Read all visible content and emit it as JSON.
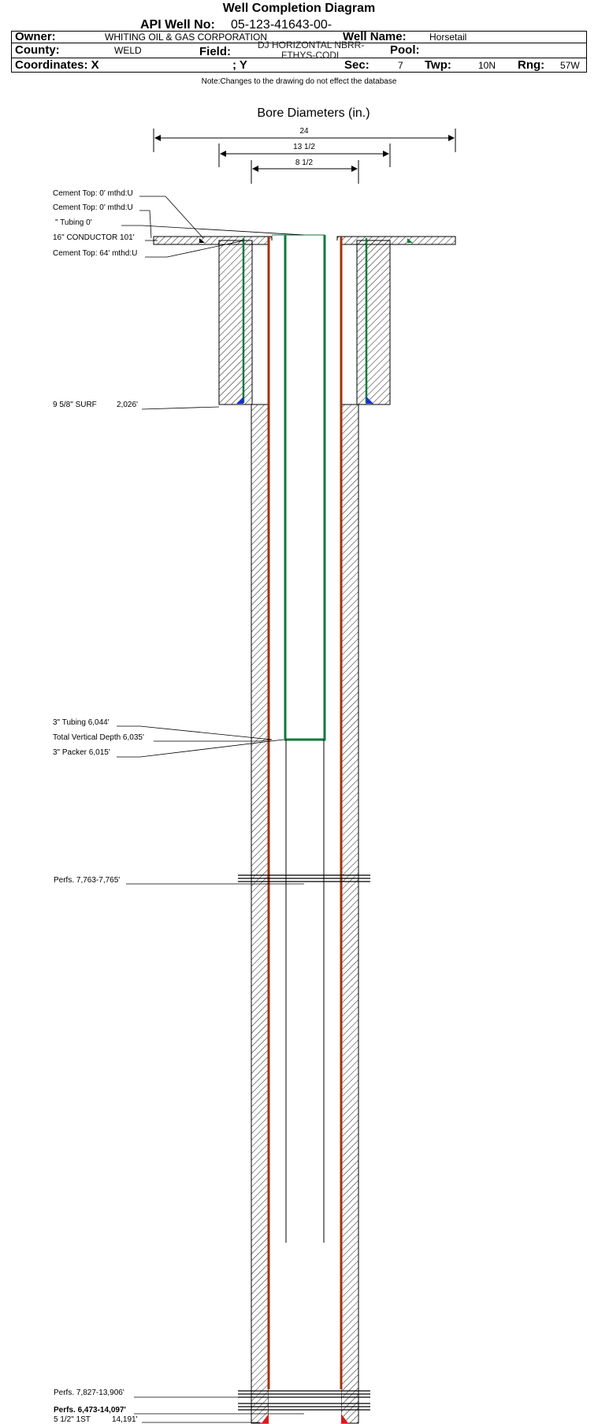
{
  "header": {
    "title": "Well Completion Diagram",
    "api_label": "API Well No:",
    "api_value": "05-123-41643-00-",
    "owner_label": "Owner:",
    "owner_value": "WHITING OIL & GAS CORPORATION",
    "well_name_label": "Well Name:",
    "well_name_value": "Horsetail",
    "county_label": "County:",
    "county_value": "WELD",
    "field_label": "Field:",
    "field_value_line1": "DJ HORIZONTAL NBRR-",
    "field_value_line2": "FTHYS-CODL",
    "pool_label": "Pool:",
    "coordinates_label": "Coordinates: X",
    "y_label": "; Y",
    "sec_label": "Sec:",
    "sec_value": "7",
    "twp_label": "Twp:",
    "twp_value": "10N",
    "rng_label": "Rng:",
    "rng_value": "57W",
    "note": "Note:Changes to the drawing do not effect the database"
  },
  "diagram": {
    "bore_title": "Bore Diameters (in.)",
    "bore_diameters": [
      "24",
      "13 1/2",
      "8 1/2"
    ],
    "annotations": [
      "Cement Top: 0' mthd:U",
      "Cement Top: 0' mthd:U",
      "\" Tubing 0'",
      "16\" CONDUCTOR  101'",
      "Cement Top: 64' mthd:U",
      "9 5/8\" SURF",
      "2,026'",
      "3\" Tubing 6,044'",
      "Total Vertical Depth 6,035'",
      "3\" Packer 6,015'",
      "Perfs. 7,763-7,765'",
      "Perfs. 7,827-13,906'",
      "Perfs. 6,473-14,097'",
      "5 1/2\" 1ST",
      "14,191'"
    ]
  },
  "colors": {
    "casing": "#a0330c",
    "tubing": "#0e7a3a",
    "cement_shoe_blue": "#1b2fd6",
    "shoe_red": "#d61b1b"
  }
}
